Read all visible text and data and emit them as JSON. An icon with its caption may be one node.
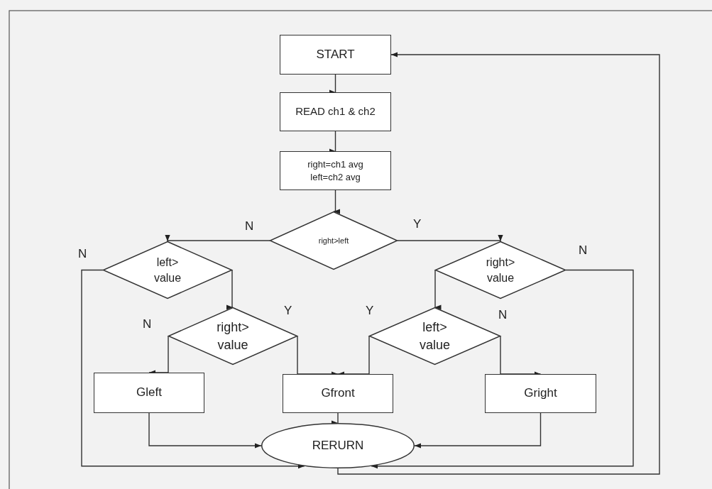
{
  "diagram": {
    "nodes": [
      {
        "text": [
          "START"
        ]
      },
      {
        "text": [
          "READ ch1 & ch2"
        ]
      },
      {
        "text": [
          "right=ch1 avg left=ch2 avg"
        ]
      },
      {
        "text": [
          "right>left"
        ]
      },
      {
        "text": [
          "left> value"
        ]
      },
      {
        "text": [
          "right> value"
        ]
      },
      {
        "text": [
          "right> value"
        ]
      },
      {
        "text": [
          "left> value"
        ]
      },
      {
        "text": [
          "Gleft"
        ]
      },
      {
        "text": [
          "Gfront"
        ]
      },
      {
        "text": [
          "Gright"
        ]
      },
      {
        "text": [
          "RERURN"
        ]
      }
    ],
    "edges": [
      {
        "from": 0,
        "to": 1,
        "arrow": "to"
      },
      {
        "from": 1,
        "to": 2,
        "arrow": "to"
      },
      {
        "from": 2,
        "to": 3,
        "arrow": "to"
      },
      {
        "from": 3,
        "to": 4,
        "arrow": "to",
        "label": "N"
      },
      {
        "from": 3,
        "to": 6,
        "arrow": "to",
        "label": "Y"
      },
      {
        "from": 4,
        "to": 5,
        "arrow": "to"
      },
      {
        "from": 4,
        "to": 11,
        "arrow": "to",
        "label": "N"
      },
      {
        "from": 5,
        "to": 8,
        "arrow": "to",
        "label": "N"
      },
      {
        "from": 5,
        "to": 9,
        "arrow": "to",
        "label": "Y"
      },
      {
        "from": 6,
        "to": 7,
        "arrow": "to"
      },
      {
        "from": 6,
        "to": 11,
        "arrow": "to",
        "label": "N"
      },
      {
        "from": 7,
        "to": 9,
        "arrow": "to",
        "label": "Y"
      },
      {
        "from": 7,
        "to": 10,
        "arrow": "to",
        "label": "N"
      },
      {
        "from": 8,
        "to": 11,
        "arrow": "to"
      },
      {
        "from": 9,
        "to": 11,
        "arrow": "to"
      },
      {
        "from": 10,
        "to": 11,
        "arrow": "to"
      },
      {
        "from": 11,
        "to": 0,
        "arrow": "to"
      }
    ]
  }
}
